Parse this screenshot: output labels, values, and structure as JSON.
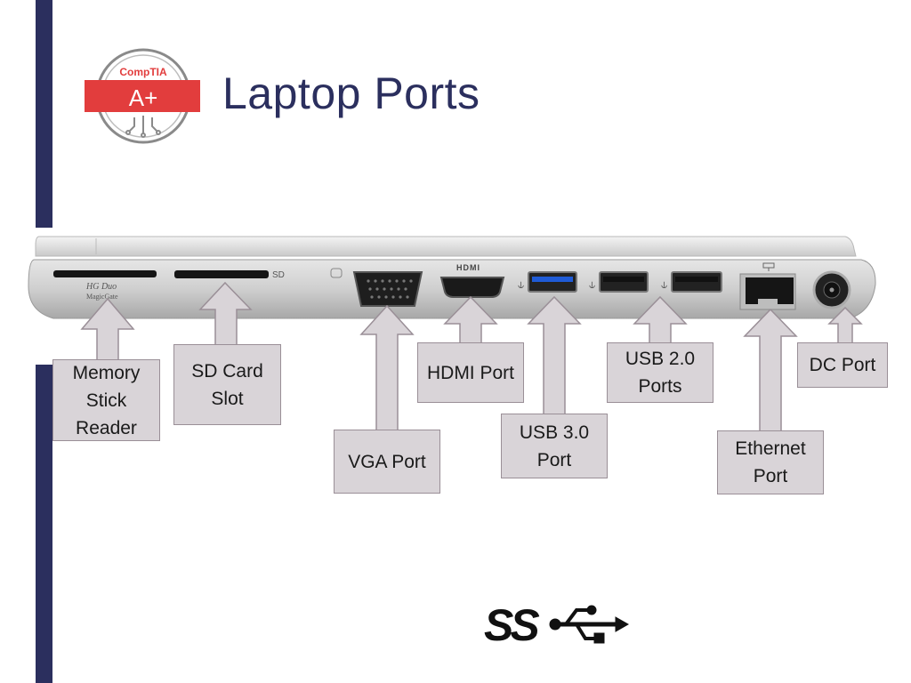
{
  "slide": {
    "title": "Laptop Ports",
    "logo": {
      "brand": "CompTIA",
      "cert": "A+",
      "brand_color": "#e23d3d"
    },
    "accent_color": "#2b2f5e"
  },
  "device": {
    "port_markings": [
      "HG Duo",
      "MagicGate",
      "SD",
      "HDMI"
    ]
  },
  "callouts": {
    "memory_stick": "Memory Stick Reader",
    "sd_card": "SD Card Slot",
    "vga": "VGA Port",
    "hdmi": "HDMI Port",
    "usb3": "USB 3.0 Port",
    "usb2": "USB 2.0 Ports",
    "ethernet": "Ethernet Port",
    "dc": "DC Port"
  },
  "footer_icon": {
    "name": "superspeed-usb-icon",
    "text": "SS"
  }
}
